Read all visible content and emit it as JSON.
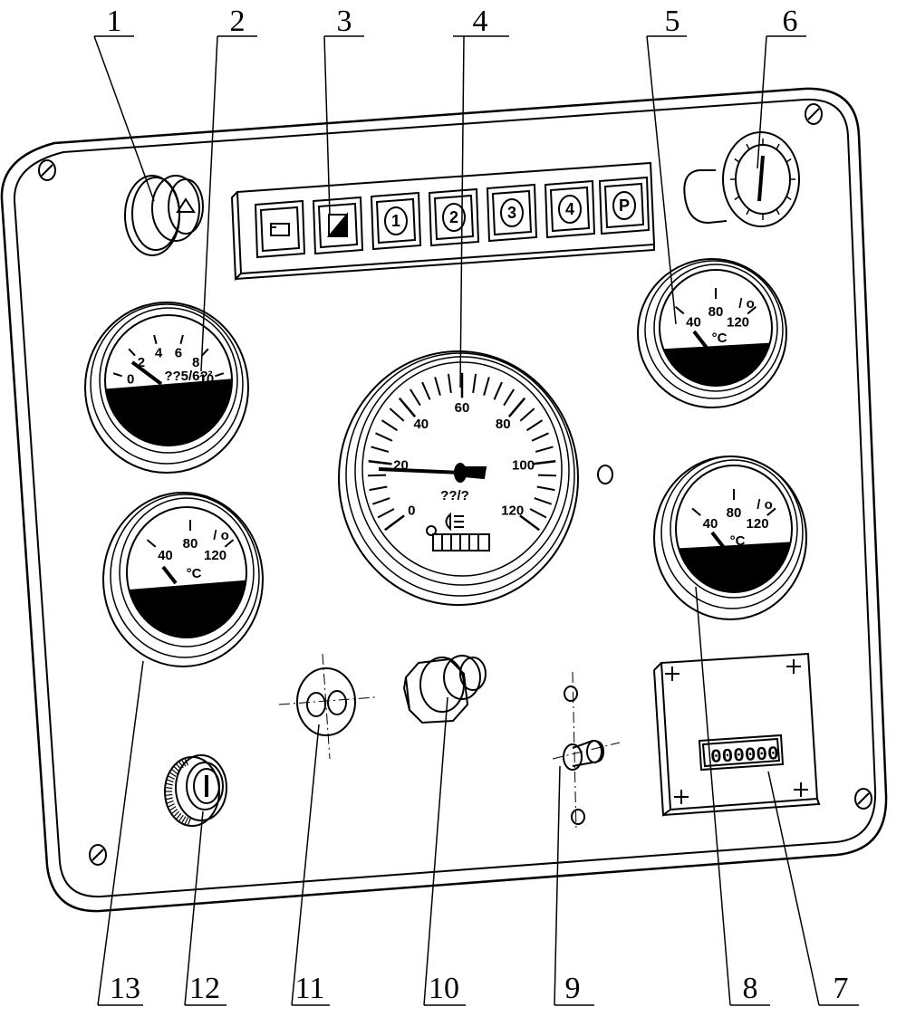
{
  "callouts": [
    "1",
    "2",
    "3",
    "4",
    "5",
    "6",
    "7",
    "8",
    "9",
    "10",
    "11",
    "12",
    "13"
  ],
  "buttons": [
    "",
    "",
    "1",
    "2",
    "3",
    "4",
    "P"
  ],
  "pressure_gauge": {
    "ticks": [
      "0",
      "2",
      "4",
      "6",
      "8",
      "10"
    ],
    "unit": "??5/6?²"
  },
  "temp_gauge": {
    "ticks": [
      "40",
      "80",
      "120"
    ],
    "unit": "°C",
    "mark": "/ o"
  },
  "speedometer": {
    "ticks": [
      "0",
      "20",
      "40",
      "60",
      "80",
      "100",
      "120"
    ],
    "unit": "??/?"
  },
  "hour_counter": {
    "digits": "000000"
  },
  "colors": {
    "ink": "#000000",
    "paper": "#ffffff"
  }
}
